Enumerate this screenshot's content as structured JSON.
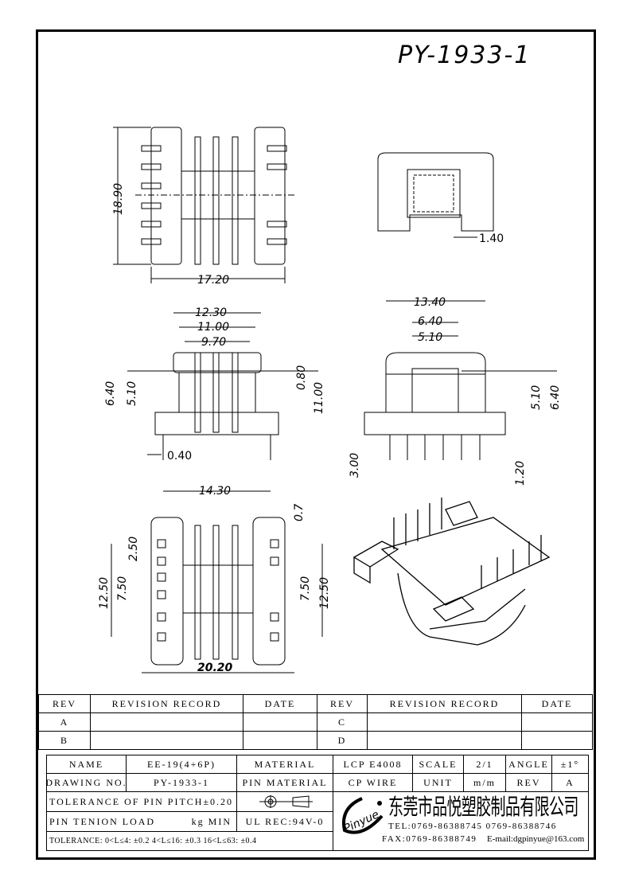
{
  "title": "PY-1933-1",
  "dimensions": {
    "top_height": "18.90",
    "top_width": "17.20",
    "side_gap": "1.40",
    "front_w1": "12.30",
    "front_w2": "11.00",
    "front_w3": "9.70",
    "front_h1": "6.40",
    "front_h2": "5.10",
    "front_h3": "0.80",
    "front_h4": "11.00",
    "pin": "0.40",
    "right_w1": "13.40",
    "right_w2": "6.40",
    "right_w3": "5.10",
    "right_h1": "5.10",
    "right_h2": "6.40",
    "right_h3": "3.00",
    "right_h4": "1.20",
    "bottom_w1": "14.30",
    "bottom_w2": "20.20",
    "pitch": "2.50",
    "pin_w": "0.7",
    "bottom_h1": "12.50",
    "bottom_h2": "7.50",
    "bottom_h3": "7.50",
    "bottom_h4": "12.50"
  },
  "revision": {
    "headers": [
      "REV",
      "REVISION RECORD",
      "DATE",
      "REV",
      "REVISION RECORD",
      "DATE"
    ],
    "rows": [
      [
        "A",
        "",
        "",
        "C",
        "",
        ""
      ],
      [
        "B",
        "",
        "",
        "D",
        "",
        ""
      ]
    ]
  },
  "titleblock": {
    "name_label": "NAME",
    "name": "EE-19(4+6P)",
    "material_label": "MATERIAL",
    "material": "LCP E4008",
    "scale_label": "SCALE",
    "scale": "2/1",
    "angle_label": "ANGLE",
    "angle": "±1°",
    "drawing_label": "DRAWING NO.",
    "drawing": "PY-1933-1",
    "pin_material_label": "PIN MATERIAL",
    "pin_material": "CP WIRE",
    "unit_label": "UNIT",
    "unit": "m/m",
    "rev_label": "REV",
    "rev": "A",
    "pin_pitch": "TOLERANCE OF PIN PITCH±0.20",
    "pin_load": "PIN TENION LOAD",
    "pin_load_unit": "kg MIN",
    "ul": "UL REC:94V-0",
    "tolerance": "TOLERANCE: 0<L≤4: ±0.2   4<L≤16: ±0.3   16<L≤63: ±0.4"
  },
  "company": {
    "logo": "Pinyue",
    "name": "东莞市品悦塑胶制品有限公司",
    "tel": "TEL:0769-86388745      0769-86388746",
    "fax": "FAX:0769-86388749",
    "email": "E-mail:dgpinyue@163.com"
  }
}
